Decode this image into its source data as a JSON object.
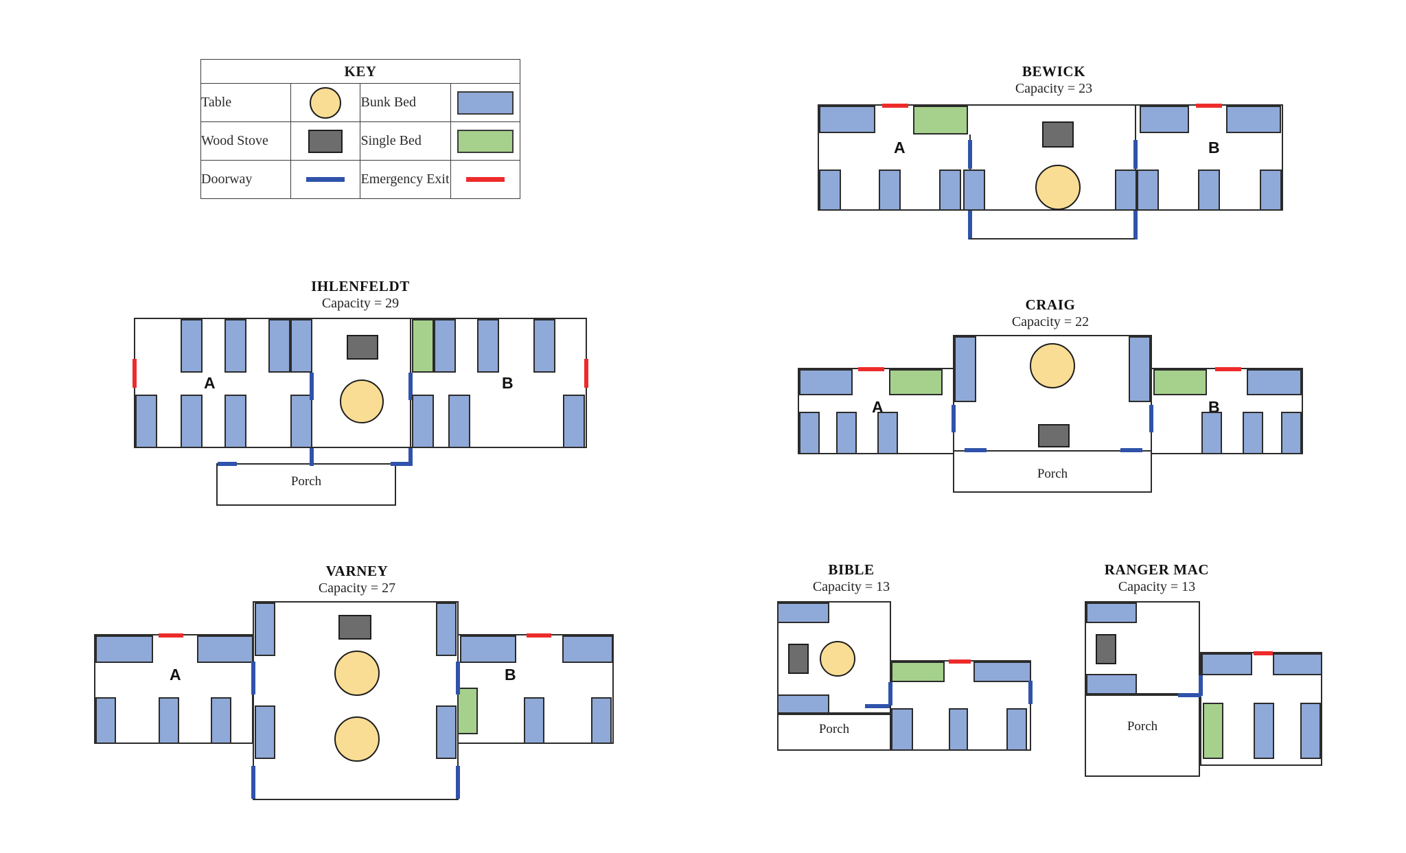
{
  "key": {
    "title": "KEY",
    "rows": [
      {
        "left_label": "Table",
        "left_icon": "table-circle-icon",
        "right_label": "Bunk Bed",
        "right_icon": "bunk-bed-swatch-icon"
      },
      {
        "left_label": "Wood Stove",
        "left_icon": "wood-stove-icon",
        "right_label": "Single Bed",
        "right_icon": "single-bed-swatch-icon"
      },
      {
        "left_label": "Doorway",
        "left_icon": "doorway-line-icon",
        "right_label": "Emergency Exit",
        "right_icon": "emergency-exit-line-icon"
      }
    ]
  },
  "colors": {
    "bunk_bed": "#8fa9d8",
    "single_bed": "#a6d18c",
    "table": "#f9dd95",
    "wood_stove": "#6d6d6d",
    "doorway": "#2f53ab",
    "emergency_exit": "#ee2b2b",
    "wall": "#2b2b2b"
  },
  "cabins": [
    {
      "id": "bewick",
      "name": "BEWICK",
      "capacity_label": "Capacity = 23",
      "capacity": 23,
      "rooms": [
        "A",
        "B"
      ],
      "porch": null
    },
    {
      "id": "ihlenfeldt",
      "name": "IHLENFELDT",
      "capacity_label": "Capacity = 29",
      "capacity": 29,
      "rooms": [
        "A",
        "B"
      ],
      "porch": "Porch"
    },
    {
      "id": "craig",
      "name": "CRAIG",
      "capacity_label": "Capacity = 22",
      "capacity": 22,
      "rooms": [
        "A",
        "B"
      ],
      "porch": "Porch"
    },
    {
      "id": "varney",
      "name": "VARNEY",
      "capacity_label": "Capacity = 27",
      "capacity": 27,
      "rooms": [
        "A",
        "B"
      ],
      "porch": null
    },
    {
      "id": "bible",
      "name": "BIBLE",
      "capacity_label": "Capacity = 13",
      "capacity": 13,
      "rooms": [],
      "porch": "Porch"
    },
    {
      "id": "ranger_mac",
      "name": "RANGER MAC",
      "capacity_label": "Capacity = 13",
      "capacity": 13,
      "rooms": [],
      "porch": "Porch"
    }
  ]
}
